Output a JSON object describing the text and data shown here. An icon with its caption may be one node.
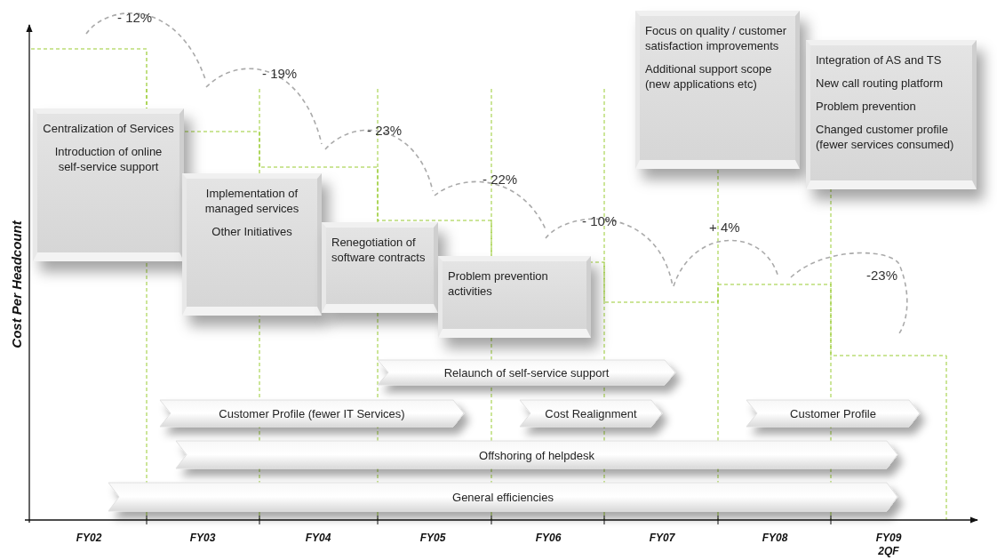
{
  "diagram": {
    "nodes": [
      {
        "text": [
          "Centralization of Services",
          "Introduction of online self-service support"
        ]
      },
      {
        "text": [
          "Implementation of managed services",
          "Other Initiatives"
        ]
      },
      {
        "text": [
          "Renegotiation of software contracts"
        ]
      },
      {
        "text": [
          "Problem prevention activities"
        ]
      },
      {
        "text": [
          "Focus on quality / customer satisfaction improvements",
          "Additional support scope (new applications etc)"
        ]
      },
      {
        "text": [
          "Integration of AS and TS",
          "New call routing platform",
          "Problem prevention",
          "Changed customer profile (fewer services consumed)"
        ]
      },
      {
        "text": [
          "Relaunch of self-service support"
        ]
      },
      {
        "text": [
          "Customer Profile (fewer IT Services)"
        ]
      },
      {
        "text": [
          "Cost Realignment"
        ]
      },
      {
        "text": [
          "Customer Profile"
        ]
      },
      {
        "text": [
          "Offshoring of helpdesk"
        ]
      },
      {
        "text": [
          "General efficiencies"
        ]
      }
    ],
    "labels": [
      "- 12%",
      "- 19%",
      "- 23%",
      "- 22%",
      "- 10%",
      "+ 4%",
      "-23%",
      "Cost Per Headcount",
      "FY02",
      "FY03",
      "FY04",
      "FY05",
      "FY06",
      "FY07",
      "FY08",
      "FY09 2QF"
    ]
  }
}
